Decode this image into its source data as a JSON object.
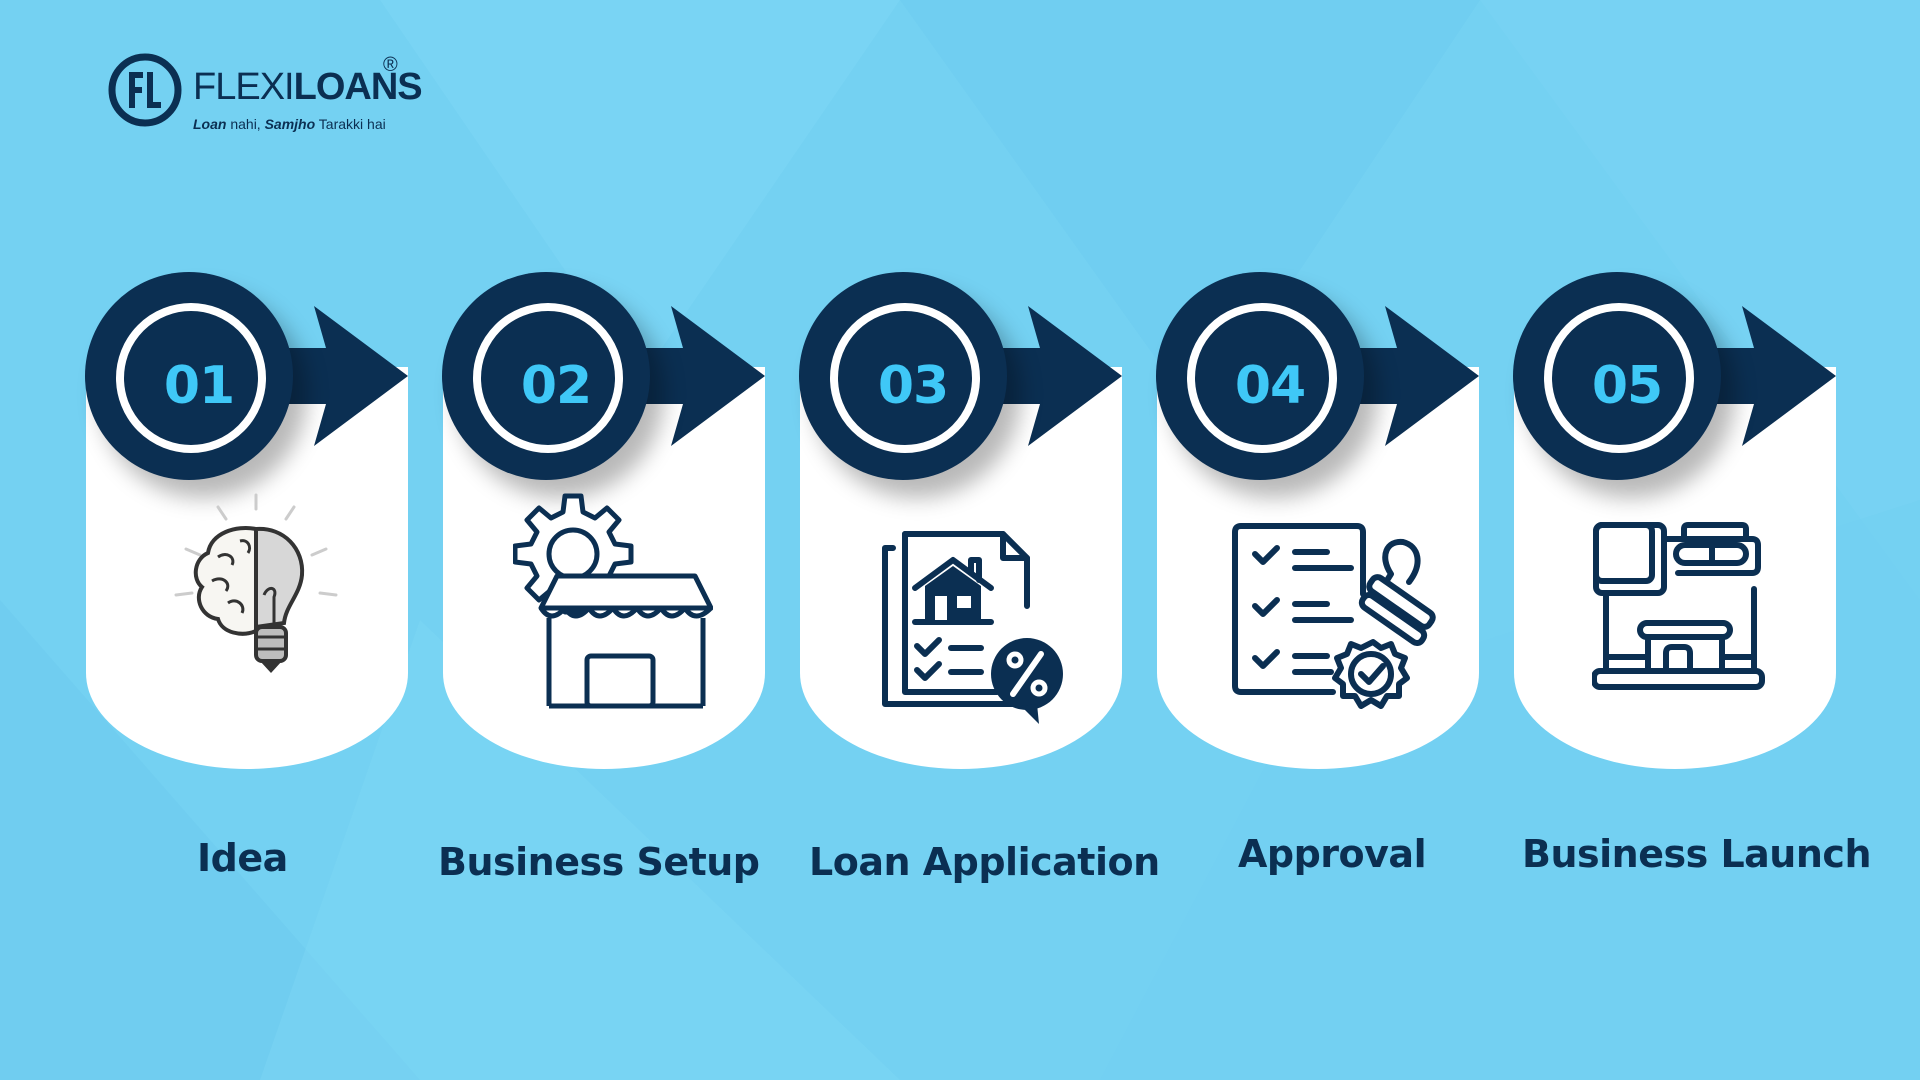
{
  "brand": {
    "name_light": "FLEXI",
    "name_bold": "LOANS",
    "registered": "®",
    "monogram": "FL",
    "tagline": {
      "part1_bold": "Loan",
      "part2": " nahi, ",
      "part3_bold": "Samjho",
      "part4": " Tarakki hai"
    }
  },
  "colors": {
    "background": "#74d1f2",
    "navy": "#0b2f52",
    "number_accent": "#3fc8f7",
    "card": "#ffffff"
  },
  "steps": [
    {
      "number": "01",
      "label": "Idea",
      "icon": "brain-lightbulb-icon"
    },
    {
      "number": "02",
      "label": "Business Setup",
      "icon": "gear-shop-icon"
    },
    {
      "number": "03",
      "label": "Loan Application",
      "icon": "document-house-percent-icon"
    },
    {
      "number": "04",
      "label": "Approval",
      "icon": "checklist-stamp-icon"
    },
    {
      "number": "05",
      "label": "Business Launch",
      "icon": "storefront-icon"
    }
  ]
}
